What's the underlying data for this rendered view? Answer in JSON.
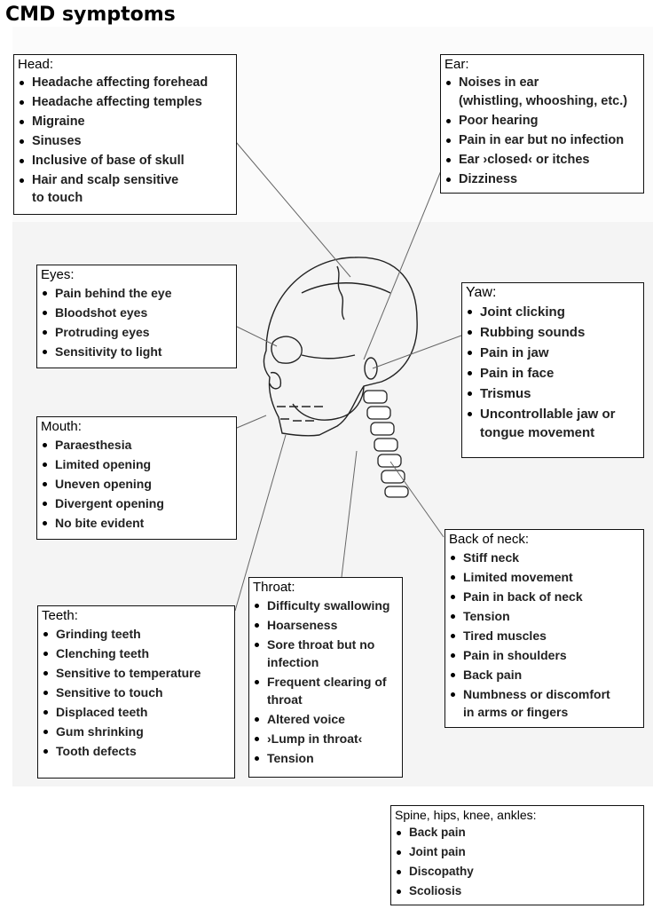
{
  "title": "CMD symptoms",
  "boxes": {
    "head": {
      "title": "Head:",
      "items": [
        "Headache affecting forehead",
        "Headache affecting temples",
        "Migraine",
        "Sinuses",
        "Inclusive of base of skull",
        "Hair and scalp sensitive",
        "to touch"
      ]
    },
    "ear": {
      "title": "Ear:",
      "items": [
        "Noises in ear",
        "(whistling, whooshing, etc.)",
        "Poor hearing",
        "Pain in ear but no infection",
        "Ear ›closed‹ or itches",
        "Dizziness"
      ]
    },
    "eyes": {
      "title": "Eyes:",
      "items": [
        "Pain behind the eye",
        "Bloodshot eyes",
        "Protruding eyes",
        "Sensitivity to light"
      ]
    },
    "yaw": {
      "title": "Yaw:",
      "items": [
        "Joint clicking",
        "Rubbing sounds",
        "Pain in jaw",
        "Pain in face",
        "Trismus",
        "Uncontrollable jaw or",
        "tongue movement"
      ]
    },
    "mouth": {
      "title": "Mouth:",
      "items": [
        "Paraesthesia",
        "Limited opening",
        "Uneven opening",
        "Divergent opening",
        "No bite evident"
      ]
    },
    "back_of_neck": {
      "title": "Back of neck:",
      "items": [
        "Stiff neck",
        "Limited movement",
        "Pain in back of neck",
        "Tension",
        "Tired muscles",
        "Pain in shoulders",
        "Back pain",
        "Numbness or discomfort",
        "in arms or fingers"
      ]
    },
    "throat": {
      "title": "Throat:",
      "items": [
        "Difficulty swallowing",
        "Hoarseness",
        "Sore throat but no",
        "infection",
        "Frequent clearing of",
        "throat",
        "Altered voice",
        "›Lump in throat‹",
        "Tension"
      ]
    },
    "teeth": {
      "title": "Teeth:",
      "items": [
        "Grinding teeth",
        "Clenching teeth",
        "Sensitive to temperature",
        "Sensitive to touch",
        "Displaced teeth",
        "Gum shrinking",
        "Tooth defects"
      ]
    },
    "spine": {
      "title": "Spine, hips, knee, ankles:",
      "items": [
        "Back pain",
        "Joint pain",
        "Discopathy",
        "Scoliosis"
      ]
    }
  }
}
